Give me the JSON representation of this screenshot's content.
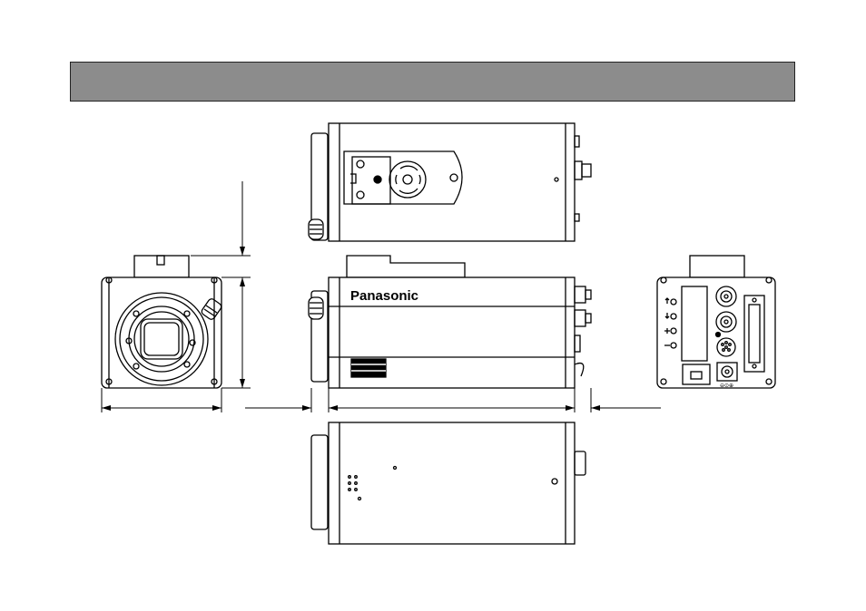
{
  "header": {
    "title": ""
  },
  "brand": {
    "logo_text": "Panasonic"
  },
  "rear_panel": {
    "power_label": "⊖⊙⊕"
  },
  "colors": {
    "header_bar": "#8c8c8c",
    "line": "#000000",
    "background": "#ffffff"
  },
  "views": [
    "top-view",
    "front-view",
    "side-view",
    "rear-view",
    "bottom-view"
  ]
}
